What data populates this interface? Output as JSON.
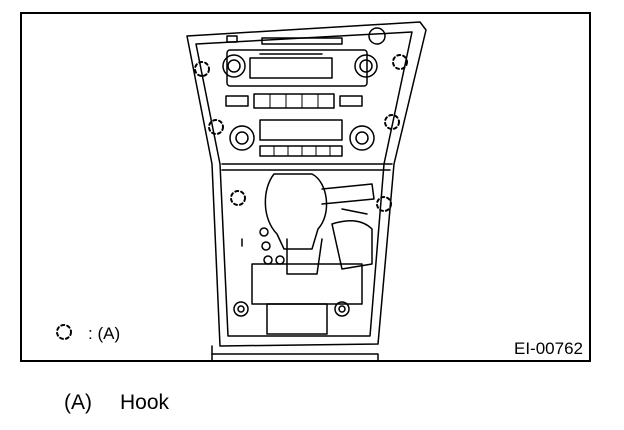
{
  "figure": {
    "legend_symbol_name": "hook-clip-symbol-icon",
    "legend_label": ": (A)",
    "figure_code": "EI-00762"
  },
  "caption": {
    "id": "(A)",
    "text": "Hook"
  }
}
